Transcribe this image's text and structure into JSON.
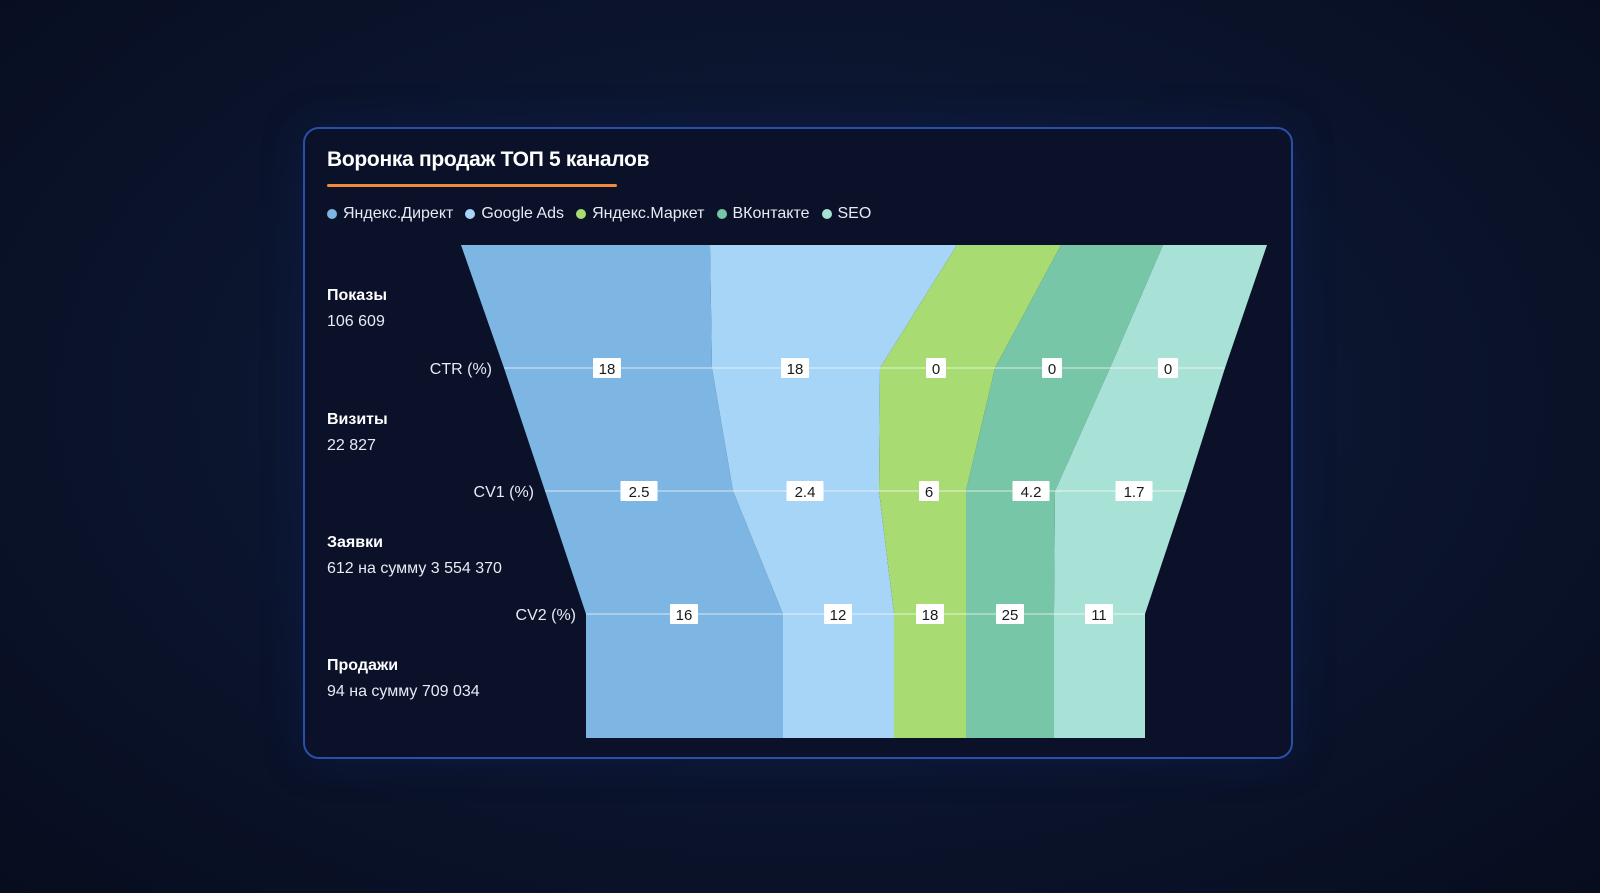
{
  "chart_data": {
    "type": "funnel",
    "title": "Воронка продаж ТОП 5 каналов",
    "series": [
      {
        "name": "Яндекс.Директ",
        "color": "#7db6e3"
      },
      {
        "name": "Google Ads",
        "color": "#a6d5f7"
      },
      {
        "name": "Яндекс.Маркет",
        "color": "#a8dc72"
      },
      {
        "name": "ВКонтакте",
        "color": "#78c6a8"
      },
      {
        "name": "SEO",
        "color": "#a8e2d6"
      }
    ],
    "stages": [
      {
        "name": "Показы",
        "value": "106 609"
      },
      {
        "name": "Визиты",
        "value": "22 827"
      },
      {
        "name": "Заявки",
        "value": "612 на сумму 3 554 370"
      },
      {
        "name": "Продажи",
        "value": "94 на сумму 709 034"
      }
    ],
    "rates": [
      {
        "label": "CTR (%)",
        "values": [
          "18",
          "18",
          "0",
          "0",
          "0"
        ]
      },
      {
        "label": "CV1 (%)",
        "values": [
          "2.5",
          "2.4",
          "6",
          "4.2",
          "1.7"
        ]
      },
      {
        "label": "CV2 (%)",
        "values": [
          "16",
          "12",
          "18",
          "25",
          "11"
        ]
      }
    ]
  }
}
